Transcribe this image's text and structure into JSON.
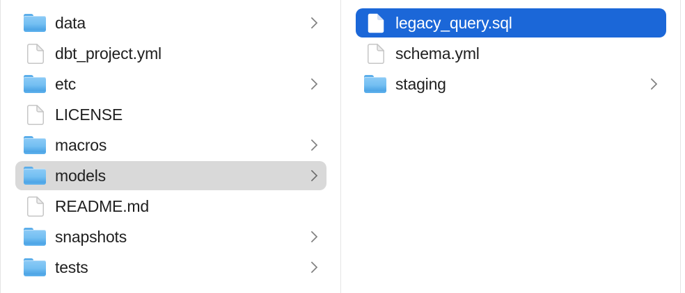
{
  "view": {
    "type": "finder-column-browser"
  },
  "colors": {
    "background": "#ffffff",
    "selection_active": "#1b67d8",
    "selection_inactive": "#d9d9d9",
    "text": "#1f1f1f",
    "text_selected": "#ffffff",
    "divider": "#e4e4e4",
    "chevron": "#828282",
    "folder_blue": "#74bff2"
  },
  "icons": {
    "folder": "folder-icon",
    "file": "file-icon",
    "chevron": "chevron-right-icon"
  },
  "columns": [
    {
      "id": "parent",
      "items": [
        {
          "label": "data",
          "type": "folder",
          "chevron": true,
          "highlight": "none"
        },
        {
          "label": "dbt_project.yml",
          "type": "file",
          "chevron": false,
          "highlight": "none"
        },
        {
          "label": "etc",
          "type": "folder",
          "chevron": true,
          "highlight": "none"
        },
        {
          "label": "LICENSE",
          "type": "file",
          "chevron": false,
          "highlight": "none"
        },
        {
          "label": "macros",
          "type": "folder",
          "chevron": true,
          "highlight": "none"
        },
        {
          "label": "models",
          "type": "folder",
          "chevron": true,
          "highlight": "gray"
        },
        {
          "label": "README.md",
          "type": "file",
          "chevron": false,
          "highlight": "none"
        },
        {
          "label": "snapshots",
          "type": "folder",
          "chevron": true,
          "highlight": "none"
        },
        {
          "label": "tests",
          "type": "folder",
          "chevron": true,
          "highlight": "none"
        }
      ]
    },
    {
      "id": "current",
      "items": [
        {
          "label": "legacy_query.sql",
          "type": "file",
          "chevron": false,
          "highlight": "blue"
        },
        {
          "label": "schema.yml",
          "type": "file",
          "chevron": false,
          "highlight": "none"
        },
        {
          "label": "staging",
          "type": "folder",
          "chevron": true,
          "highlight": "none"
        }
      ]
    }
  ]
}
